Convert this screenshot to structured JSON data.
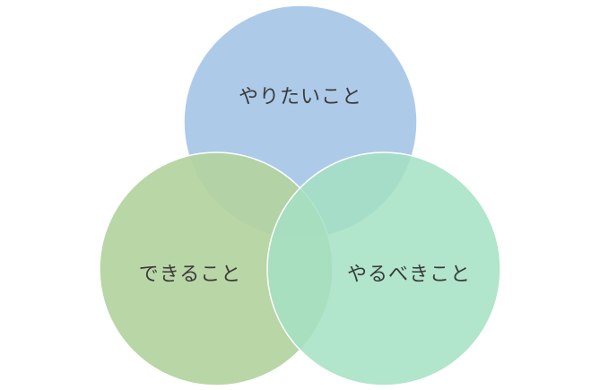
{
  "diagram": {
    "type": "venn",
    "circles": [
      {
        "id": "want",
        "label": "やりたいこと",
        "color": "#a9c8e8"
      },
      {
        "id": "can",
        "label": "できること",
        "color": "#b3d39e"
      },
      {
        "id": "should",
        "label": "やるべきこと",
        "color": "#a3e0c3"
      }
    ],
    "stroke_color": "#ffffff"
  }
}
